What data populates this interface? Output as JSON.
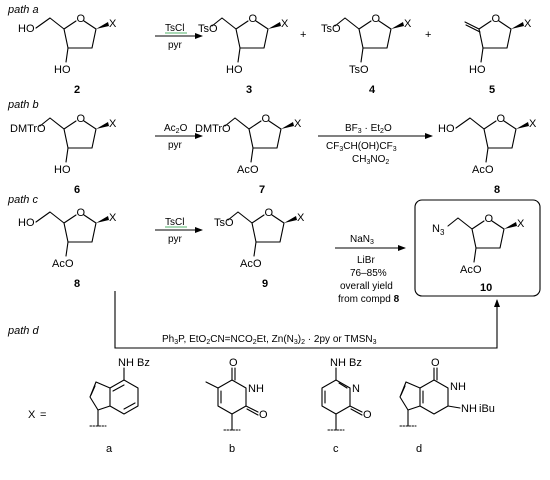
{
  "colors": {
    "x_red": "#e0201b",
    "ts_green": "#1a9a3a",
    "dmtr_green": "#1a9a3a",
    "ac_magenta": "#cc33cc",
    "blue": "#2a3fd0",
    "black": "#000000"
  },
  "labels": {
    "path_a": "path a",
    "path_b": "path b",
    "path_c": "path c",
    "path_d": "path d",
    "x": "X",
    "ho": "HO",
    "ts": "Ts",
    "o": "O",
    "dmtr": "DMTr",
    "ac": "Ac",
    "n3": "N",
    "n3_sub": "3",
    "plus": "+",
    "x_equals": "="
  },
  "compounds": {
    "c2": "2",
    "c3": "3",
    "c4": "4",
    "c5": "5",
    "c6": "6",
    "c7": "7",
    "c8": "8",
    "c8b": "8",
    "c9": "9",
    "c10": "10"
  },
  "reagents": {
    "a1_top": "TsCl",
    "a1_bot": "pyr",
    "b1_top": "Ac",
    "b1_top_sub": "2",
    "b1_top_o": "O",
    "b1_bot": "pyr",
    "b2_top": "BF",
    "b2_top_sub": "3",
    "b2_top_rest": " · Et",
    "b2_top_sub2": "2",
    "b2_top_o": "O",
    "b2_bot1_a": "CF",
    "b2_bot1_s1": "3",
    "b2_bot1_b": "CH(OH)CF",
    "b2_bot1_s2": "3",
    "b2_bot2_a": "CH",
    "b2_bot2_s1": "3",
    "b2_bot2_b": "NO",
    "b2_bot2_s2": "2",
    "c1_top": "TsCl",
    "c1_bot": "pyr",
    "c2_top": "NaN",
    "c2_top_sub": "3",
    "c2_l1": "LiBr",
    "c2_l2": "76–85%",
    "c2_l3": "overall yield",
    "c2_l4": "from compd",
    "c2_l4_num": "8",
    "d_a": "Ph",
    "d_s1": "3",
    "d_b": "P, EtO",
    "d_s2": "2",
    "d_c": "CN=NCO",
    "d_s3": "2",
    "d_d": "Et, Zn(N",
    "d_s4": "3",
    "d_e": ")",
    "d_s5": "2",
    "d_f": " · 2py or TMSN",
    "d_s6": "3"
  },
  "bases": {
    "a_label": "a",
    "b_label": "b",
    "c_label": "c",
    "d_label": "d",
    "nh": "NH",
    "bz": "Bz",
    "n": "N",
    "o": "O",
    "ibu": "iBu",
    "nhibu_nh": "NH",
    "h": "H"
  }
}
